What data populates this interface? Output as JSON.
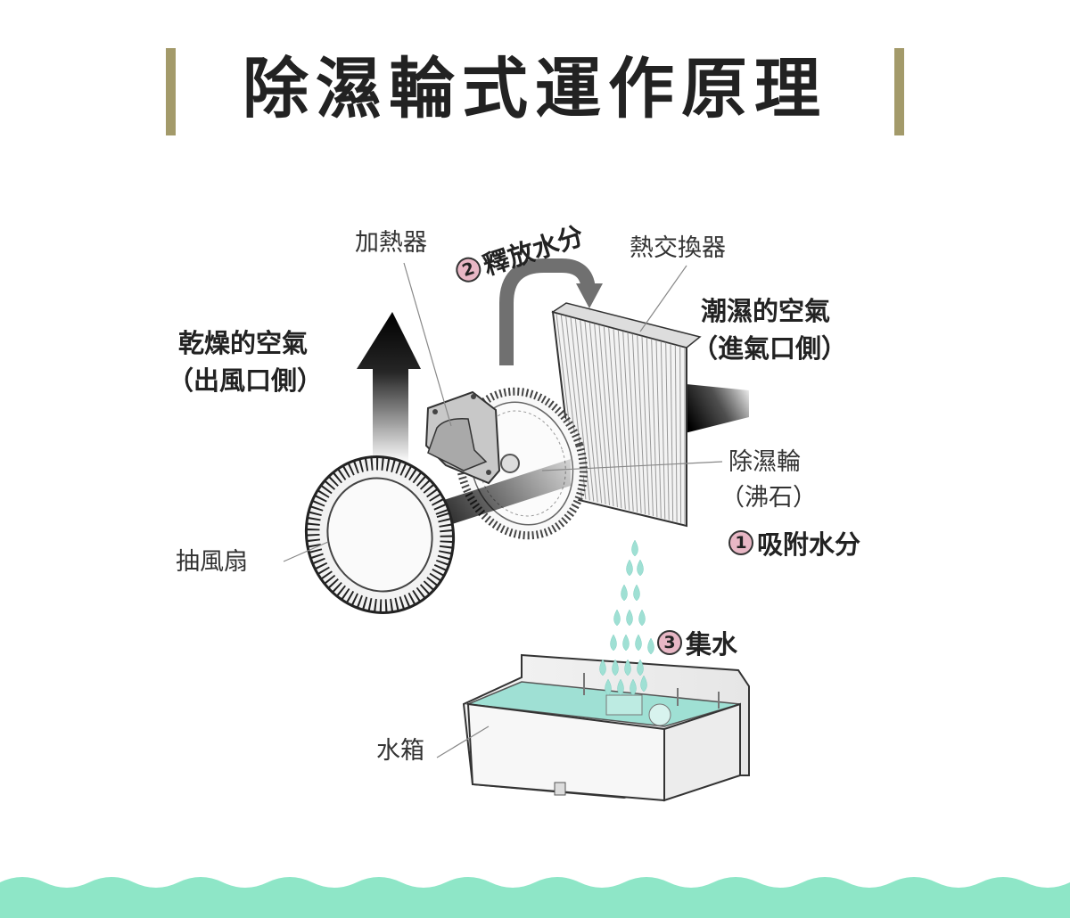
{
  "title": "除濕輪式運作原理",
  "labels": {
    "heater": "加熱器",
    "heat_exchanger": "熱交換器",
    "humid_air_1": "潮濕的空氣",
    "humid_air_2": "（進氣口側）",
    "dry_air_1": "乾燥的空氣",
    "dry_air_2": "（出風口側）",
    "desiccant_wheel": "除濕輪",
    "zeolite": "（沸石）",
    "fan": "抽風扇",
    "water_tank": "水箱"
  },
  "steps": [
    {
      "num": "1",
      "text": "吸附水分"
    },
    {
      "num": "2",
      "text": "釋放水分"
    },
    {
      "num": "3",
      "text": "集水"
    }
  ],
  "colors": {
    "accent_bar": "#a39a6a",
    "step_badge": "#e8b7c5",
    "water": "#9fe0d4",
    "wave": "#8ee6c7"
  }
}
